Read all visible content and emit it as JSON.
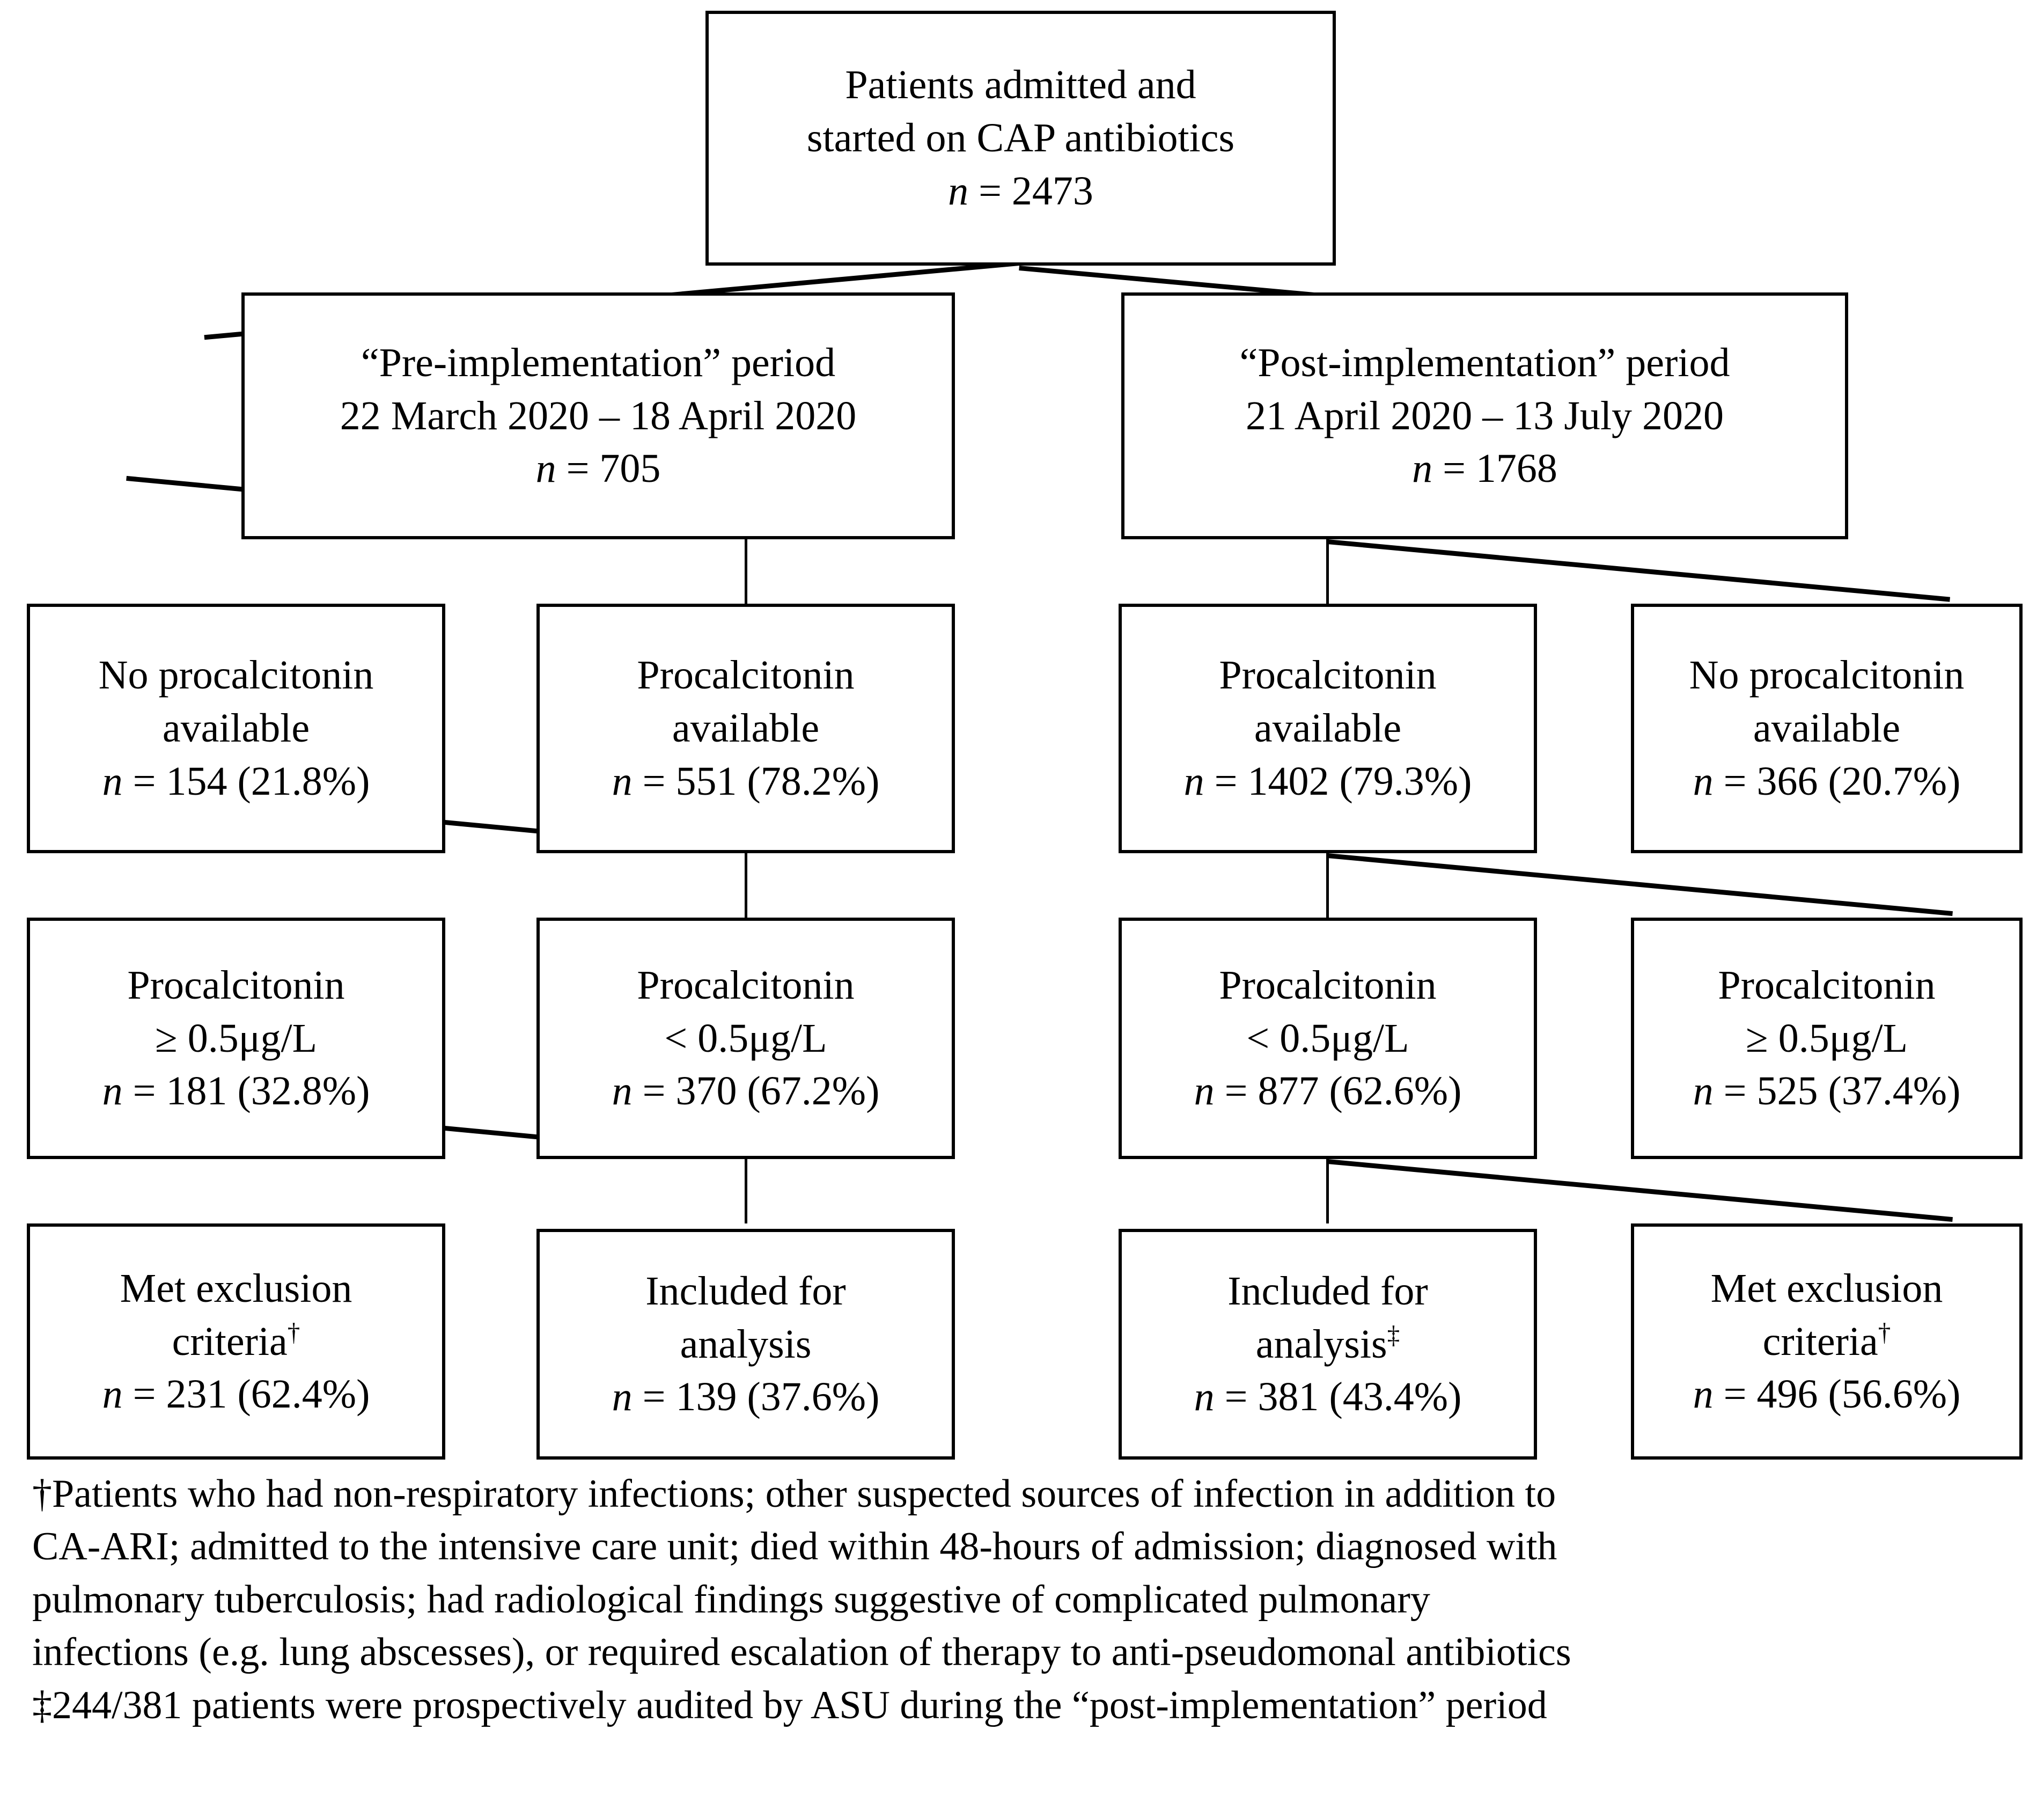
{
  "diagram": {
    "title": "Patient flow diagram for procalcitonin-guided CAP antibiotic study",
    "root": {
      "line1": "Patients admitted and",
      "line2": "started on CAP antibiotics",
      "n_label": "n",
      "n_value": "= 2473"
    },
    "periods": [
      {
        "line1": "“Pre-implementation” period",
        "line2": "22 March 2020 – 18 April 2020",
        "n_label": "n",
        "n_value": "= 705"
      },
      {
        "line1": "“Post-implementation” period",
        "line2": "21 April 2020 – 13 July 2020",
        "n_label": "n",
        "n_value": "= 1768"
      }
    ],
    "availability": [
      {
        "line1": "No procalcitonin",
        "line2": "available",
        "n_label": "n",
        "n_value": "= 154 (21.8%)"
      },
      {
        "line1": "Procalcitonin",
        "line2": "available",
        "n_label": "n",
        "n_value": "= 551 (78.2%)"
      },
      {
        "line1": "Procalcitonin",
        "line2": "available",
        "n_label": "n",
        "n_value": "= 1402 (79.3%)"
      },
      {
        "line1": "No procalcitonin",
        "line2": "available",
        "n_label": "n",
        "n_value": "= 366 (20.7%)"
      }
    ],
    "thresholds": [
      {
        "line1": "Procalcitonin",
        "line2": "≥ 0.5μg/L",
        "n_label": "n",
        "n_value": "= 181 (32.8%)"
      },
      {
        "line1": "Procalcitonin",
        "line2": "< 0.5μg/L",
        "n_label": "n",
        "n_value": "= 370 (67.2%)"
      },
      {
        "line1": "Procalcitonin",
        "line2": "< 0.5μg/L",
        "n_label": "n",
        "n_value": "= 877 (62.6%)"
      },
      {
        "line1": "Procalcitonin",
        "line2": "≥ 0.5μg/L",
        "n_label": "n",
        "n_value": "= 525 (37.4%)"
      }
    ],
    "outcomes": [
      {
        "line1": "Met exclusion",
        "line2": "criteria",
        "marker": "†",
        "n_label": "n",
        "n_value": "= 231 (62.4%)"
      },
      {
        "line1": "Included for",
        "line2": "analysis",
        "marker": "",
        "n_label": "n",
        "n_value": "= 139 (37.6%)"
      },
      {
        "line1": "Included for",
        "line2": "analysis",
        "marker": "‡",
        "n_label": "n",
        "n_value": "= 381 (43.4%)"
      },
      {
        "line1": "Met exclusion",
        "line2": "criteria",
        "marker": "†",
        "n_label": "n",
        "n_value": "= 496 (56.6%)"
      }
    ]
  },
  "footnotes": {
    "line1": "†Patients who had non-respiratory infections; other suspected sources of infection in addition to",
    "line2": "CA-ARI; admitted to the intensive care unit; died within 48-hours of admission; diagnosed with",
    "line3": "pulmonary tuberculosis; had radiological findings suggestive of complicated pulmonary",
    "line4": "infections (e.g. lung abscesses), or required escalation of therapy to  anti-pseudomonal antibiotics",
    "line5": "‡244/381 patients were prospectively audited by ASU during the “post-implementation” period"
  },
  "colors": {
    "stroke": "#000000",
    "background": "#ffffff"
  }
}
